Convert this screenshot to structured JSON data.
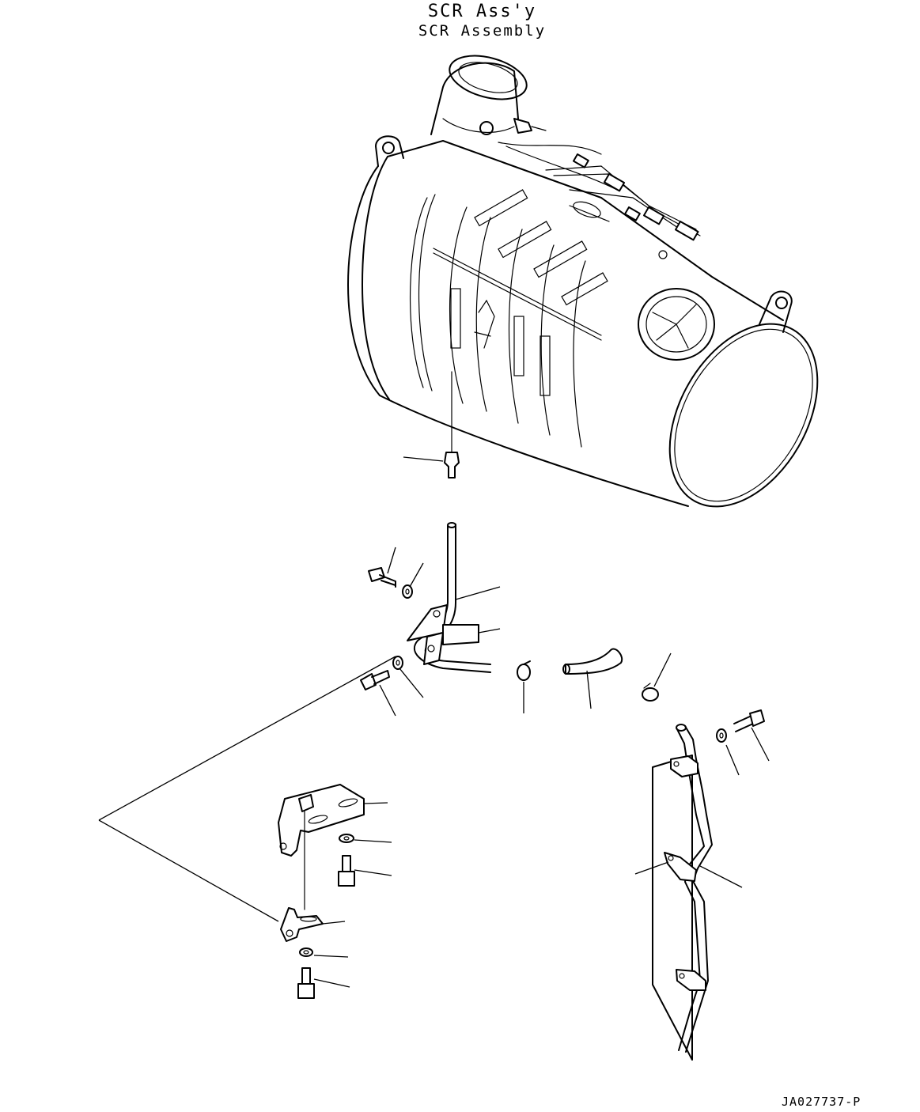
{
  "header": {
    "title_jp": "SCR Ass'y",
    "title_en": "SCR Assembly"
  },
  "footer": {
    "drawing_code": "JA027737-P"
  }
}
